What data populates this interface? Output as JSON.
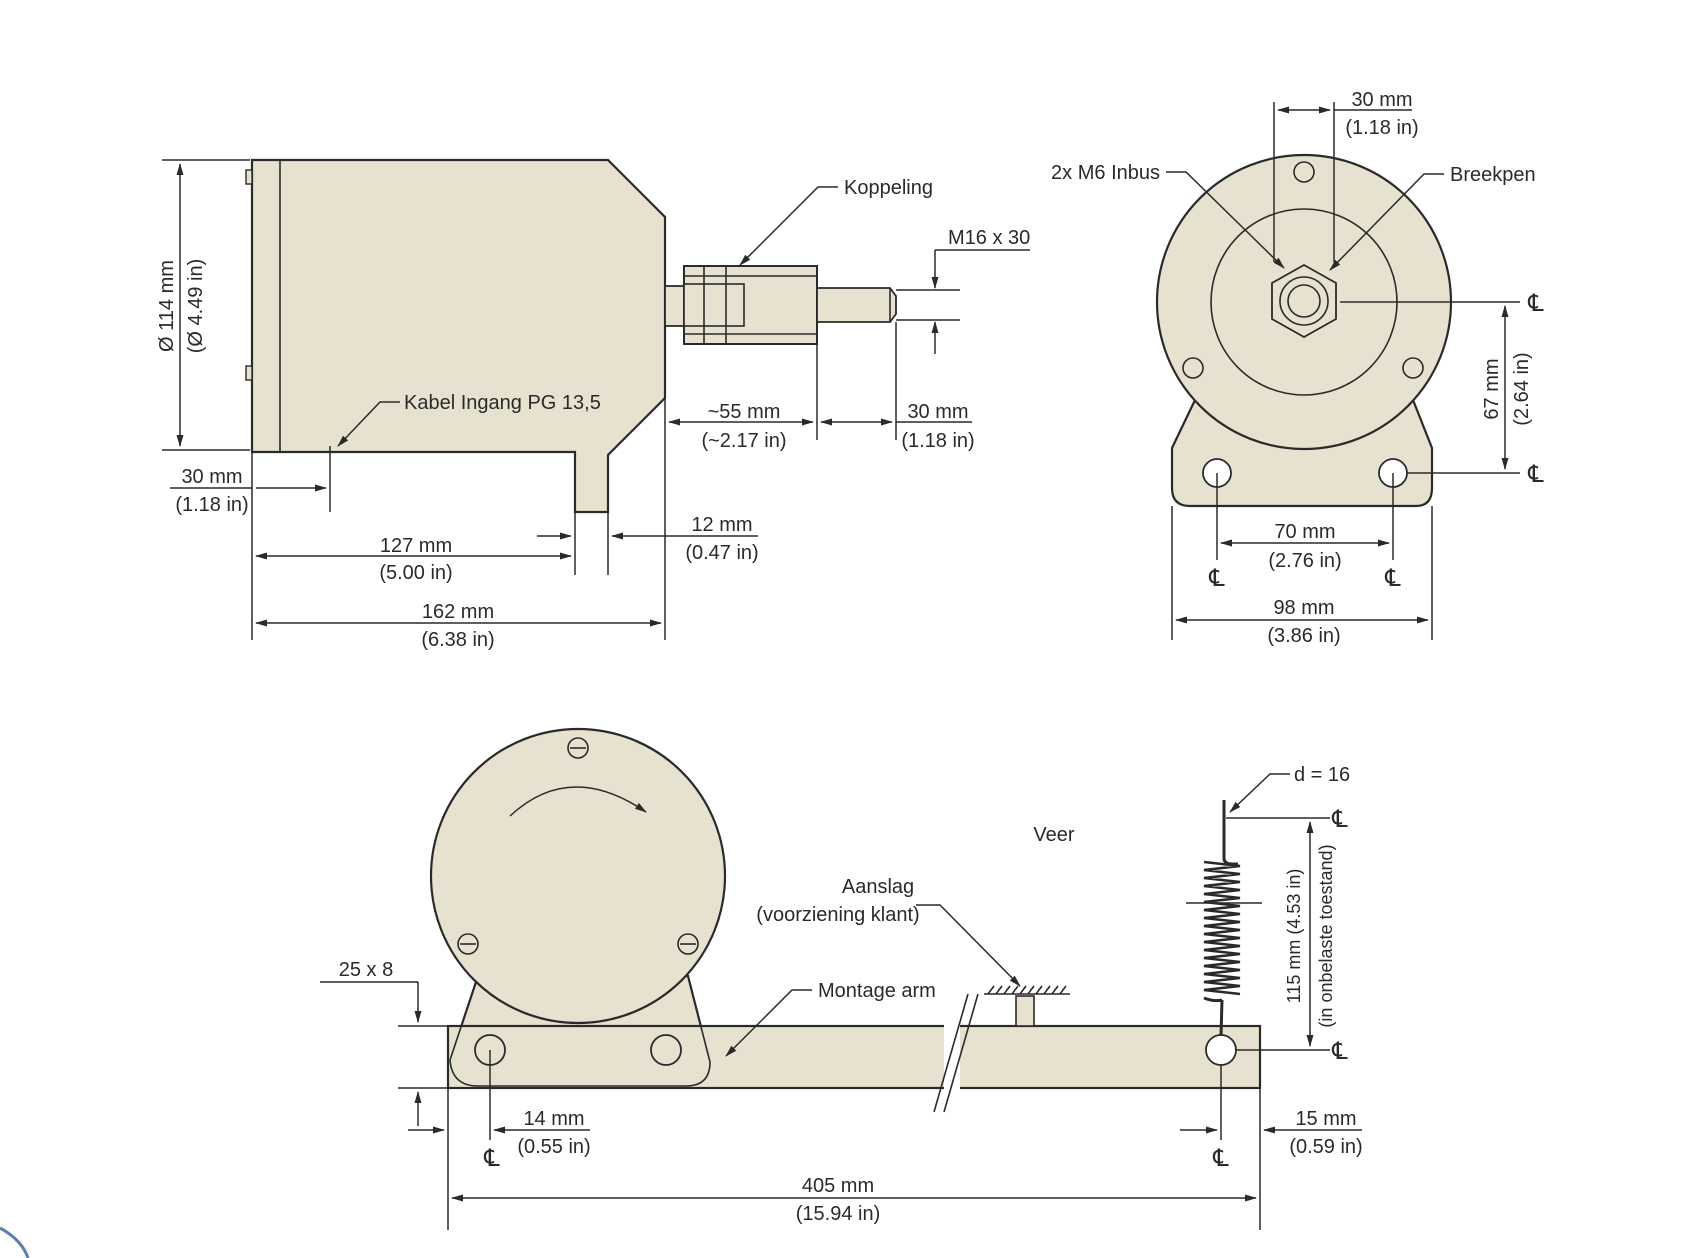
{
  "colors": {
    "body": "#e6e2cf",
    "line": "#2a2a2a",
    "background": "#ffffff"
  },
  "cl_symbol": "℄",
  "side_view": {
    "dia_mm": "Ø 114 mm",
    "dia_in": "(Ø 4.49 in)",
    "koppeling": "Koppeling",
    "thread": "M16 x 30",
    "cable": "Kabel Ingang PG 13,5",
    "d55_mm": "~55 mm",
    "d55_in": "(~2.17 in)",
    "d30r_mm": "30 mm",
    "d30r_in": "(1.18 in)",
    "d30l_mm": "30 mm",
    "d30l_in": "(1.18 in)",
    "d12_mm": "12 mm",
    "d12_in": "(0.47 in)",
    "d127_mm": "127 mm",
    "d127_in": "(5.00 in)",
    "d162_mm": "162 mm",
    "d162_in": "(6.38 in)"
  },
  "front_view": {
    "d30_mm": "30 mm",
    "d30_in": "(1.18 in)",
    "inbus": "2x M6 Inbus",
    "breekpen": "Breekpen",
    "d67_mm": "67 mm",
    "d67_in": "(2.64 in)",
    "d70_mm": "70 mm",
    "d70_in": "(2.76 in)",
    "d98_mm": "98 mm",
    "d98_in": "(3.86 in)"
  },
  "assembly_view": {
    "d16": "d = 16",
    "veer": "Veer",
    "aanslag": "Aanslag",
    "aanslag_sub": "(voorziening klant)",
    "montage": "Montage arm",
    "bar": "25 x 8",
    "d14_mm": "14 mm",
    "d14_in": "(0.55 in)",
    "d15_mm": "15 mm",
    "d15_in": "(0.59 in)",
    "d405_mm": "405 mm",
    "d405_in": "(15.94 in)",
    "d115": "115 mm (4.53 in)",
    "d115_sub": "(in onbelaste toestand)"
  }
}
